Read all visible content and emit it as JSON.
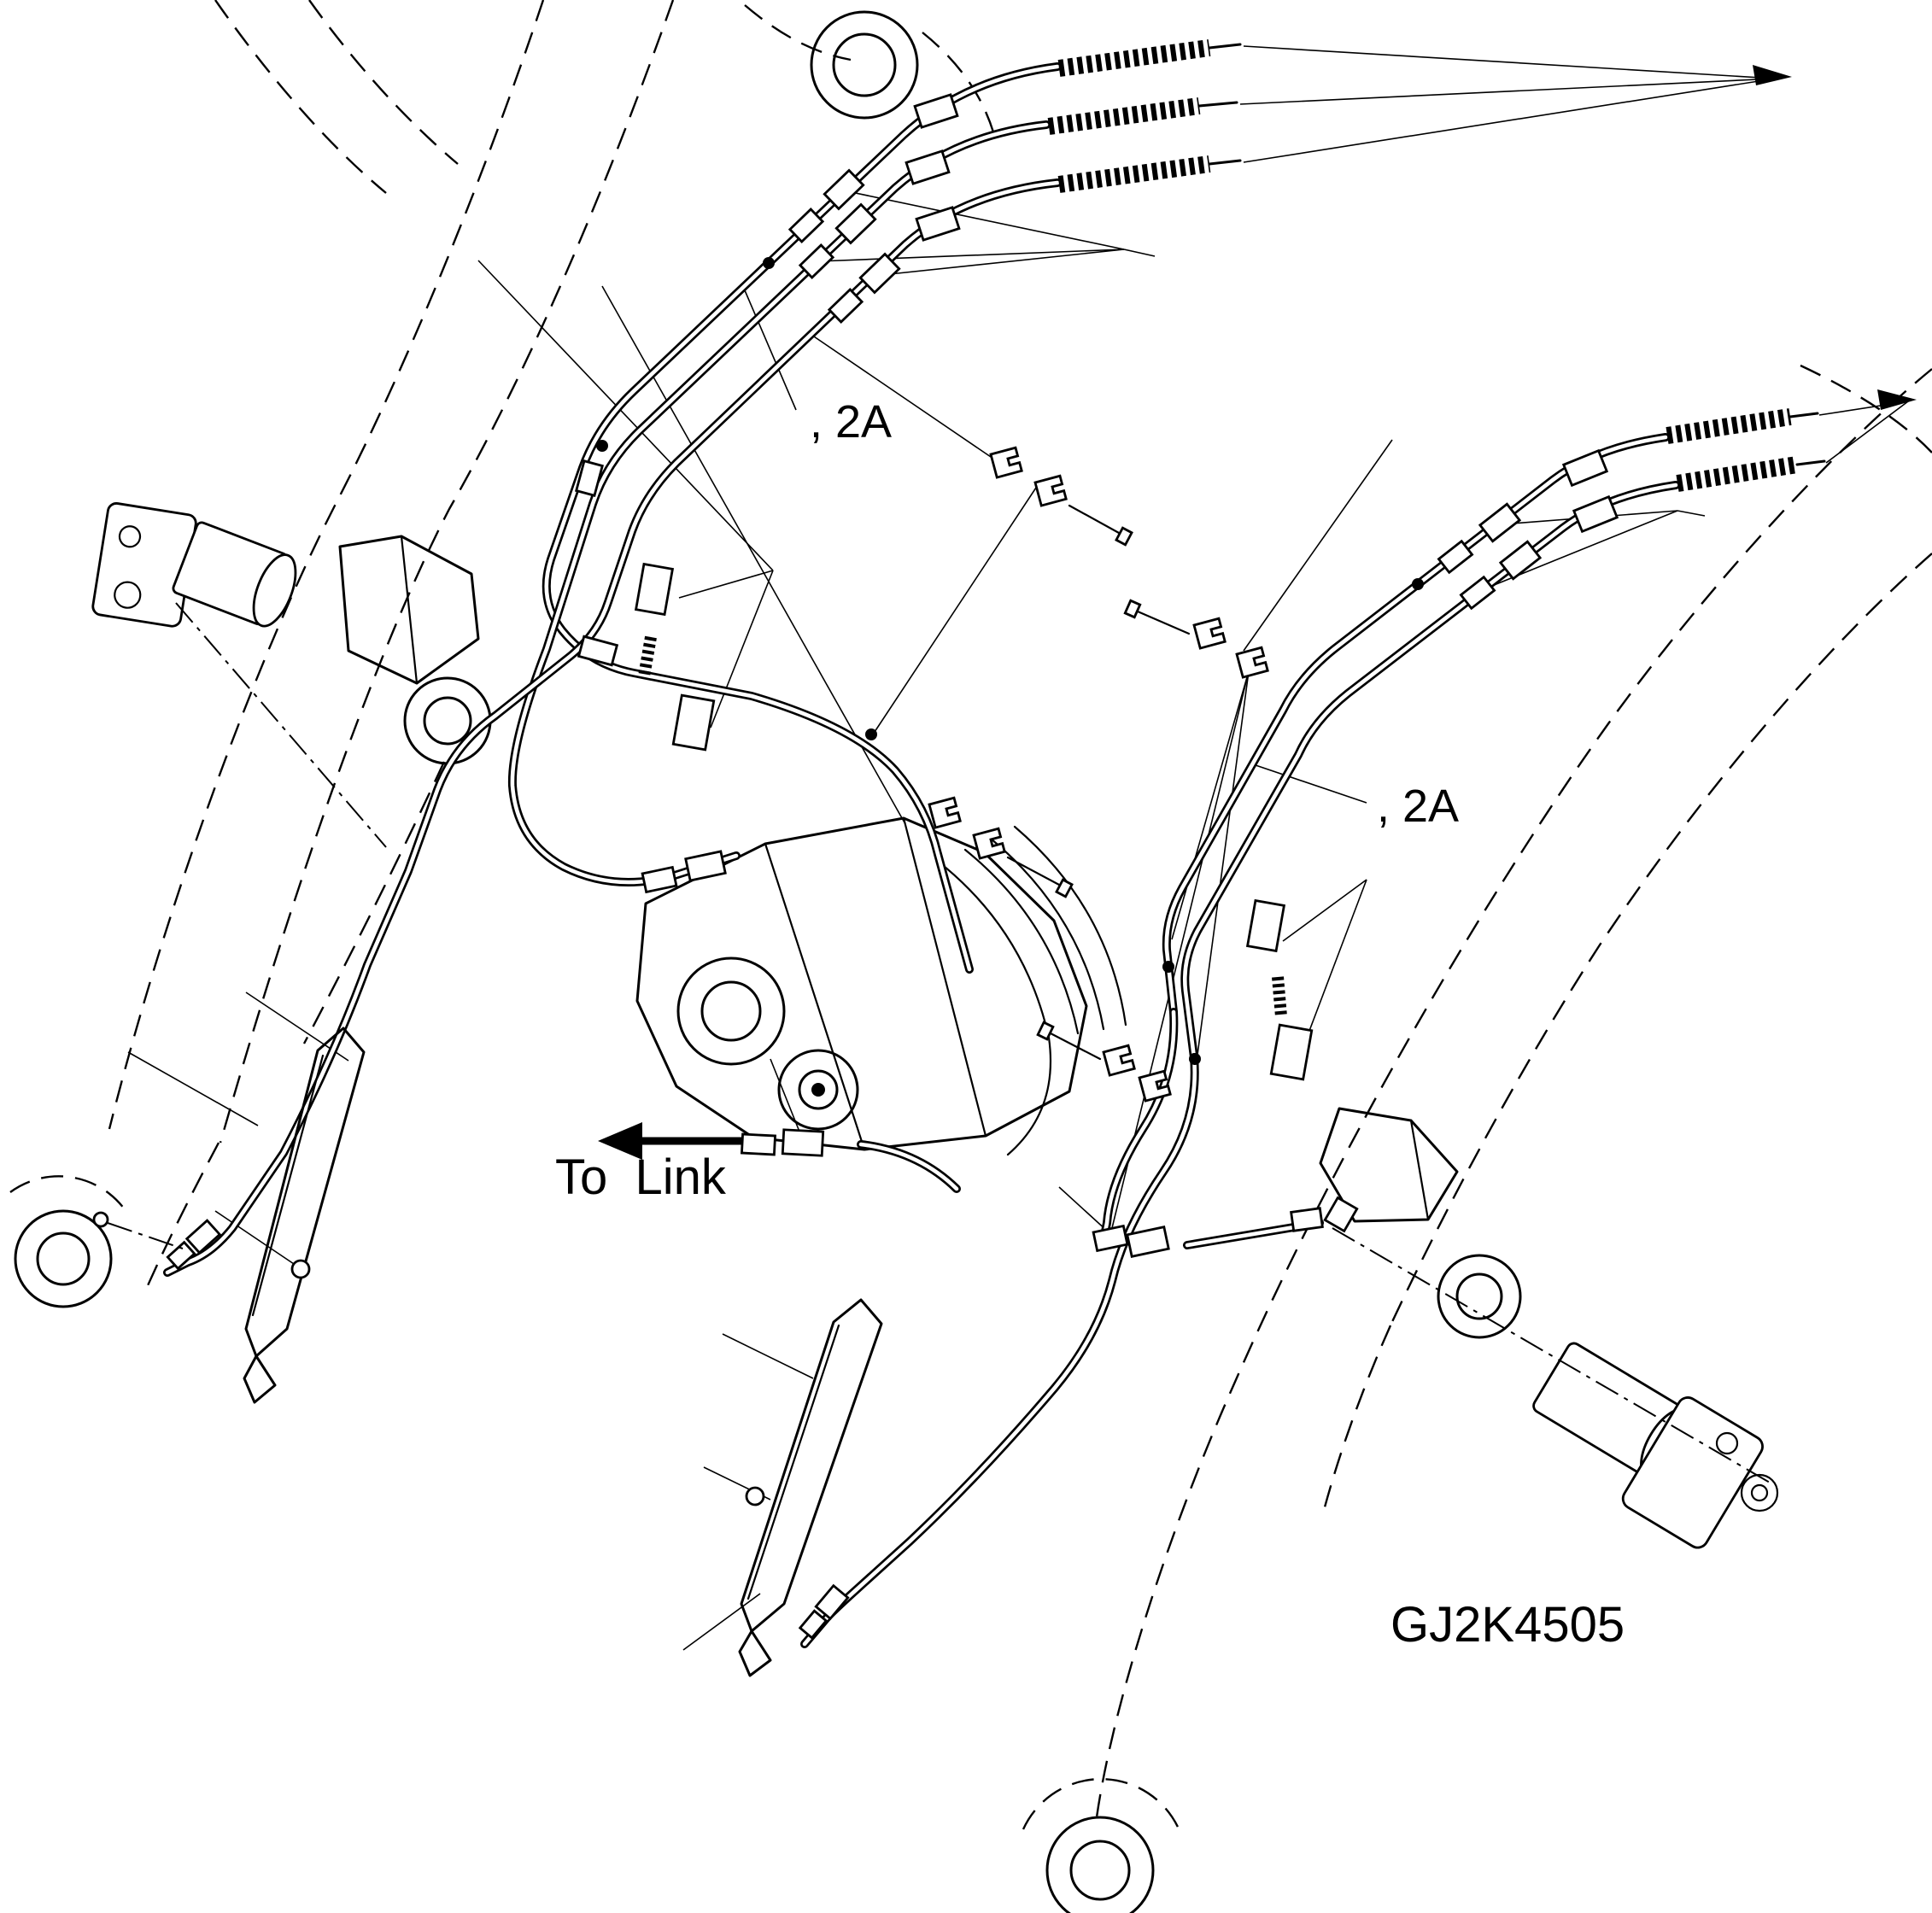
{
  "page": {
    "background": "#ffffff",
    "line_color": "#000000"
  },
  "diagram": {
    "type": "hydraulic-piping-parts-diagram",
    "labels": {
      "ref_left": ", 2A",
      "ref_right": ", 2A",
      "to_link": "To  Link",
      "drawing_number": "GJ2K4505"
    }
  }
}
